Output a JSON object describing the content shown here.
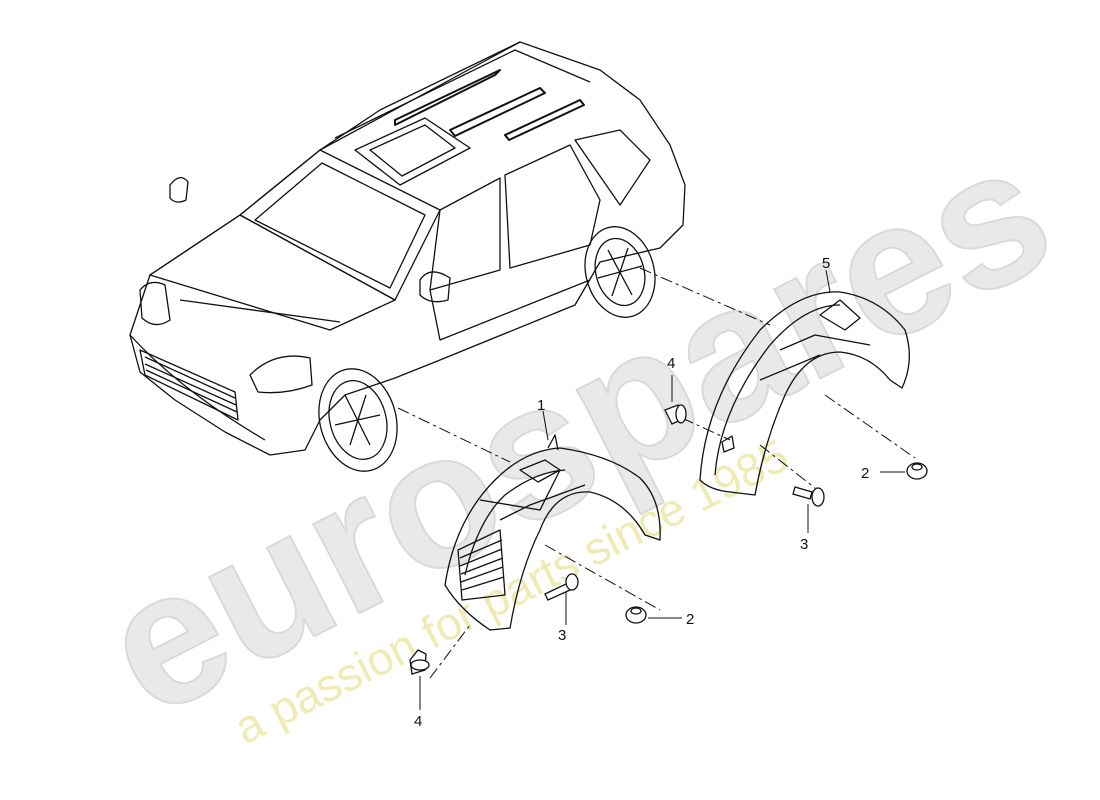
{
  "watermark": {
    "brand": "eurospares",
    "tagline": "a passion for parts since 1985",
    "main_color": "#e6e6e6",
    "tagline_color": "#ebe89f"
  },
  "callouts": [
    {
      "id": "c1",
      "number": "1",
      "part": "front-wheel-housing-liner"
    },
    {
      "id": "c2a",
      "number": "2",
      "part": "nut"
    },
    {
      "id": "c2b",
      "number": "2",
      "part": "nut"
    },
    {
      "id": "c3a",
      "number": "3",
      "part": "screw"
    },
    {
      "id": "c3b",
      "number": "3",
      "part": "screw"
    },
    {
      "id": "c4a",
      "number": "4",
      "part": "expanding-rivet"
    },
    {
      "id": "c4b",
      "number": "4",
      "part": "expanding-rivet"
    },
    {
      "id": "c5",
      "number": "5",
      "part": "rear-wheel-housing-liner"
    }
  ],
  "colors": {
    "line": "#111111",
    "background": "#ffffff"
  }
}
